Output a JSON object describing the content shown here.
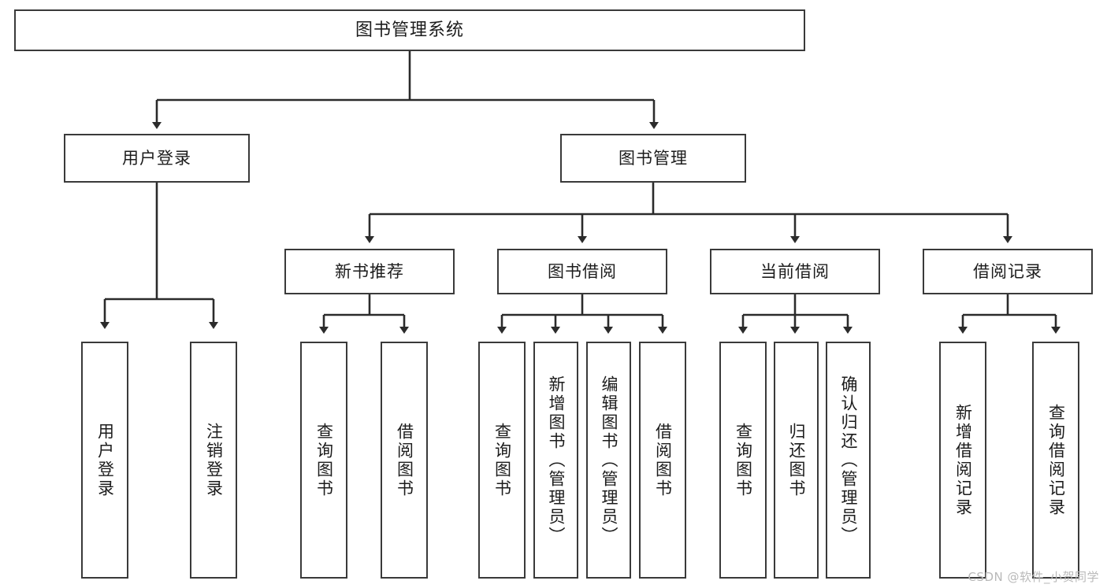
{
  "diagram": {
    "title": "图书管理系统",
    "type": "tree",
    "watermark": "CSDN @软件_小贺同学",
    "colors": {
      "box_border": "#3a3a3a",
      "box_fill": "#ffffff",
      "connector": "#2b2b2b",
      "text": "#1c1c1c",
      "watermark": "#b9b9b9",
      "background": "#ffffff"
    },
    "nodes": {
      "root": {
        "label": "图书管理系统"
      },
      "level2": [
        {
          "id": "user-login",
          "label": "用户登录"
        },
        {
          "id": "book-manage",
          "label": "图书管理"
        }
      ],
      "level3": [
        {
          "id": "new-book-recommend",
          "label": "新书推荐"
        },
        {
          "id": "book-borrow",
          "label": "图书借阅"
        },
        {
          "id": "current-borrow",
          "label": "当前借阅"
        },
        {
          "id": "borrow-record",
          "label": "借阅记录"
        }
      ],
      "leaves": {
        "user-login": [
          {
            "id": "leaf-user-login",
            "label": "用户登录"
          },
          {
            "id": "leaf-logout-login",
            "label": "注销登录"
          }
        ],
        "new-book-recommend": [
          {
            "id": "leaf-query-book-1",
            "label": "查询图书"
          },
          {
            "id": "leaf-borrow-book-1",
            "label": "借阅图书"
          }
        ],
        "book-borrow": [
          {
            "id": "leaf-query-book-2",
            "label": "查询图书"
          },
          {
            "id": "leaf-add-book",
            "label": "新增图书（管理员）"
          },
          {
            "id": "leaf-edit-book",
            "label": "编辑图书（管理员）"
          },
          {
            "id": "leaf-borrow-book-2",
            "label": "借阅图书"
          }
        ],
        "current-borrow": [
          {
            "id": "leaf-query-book-3",
            "label": "查询图书"
          },
          {
            "id": "leaf-return-book",
            "label": "归还图书"
          },
          {
            "id": "leaf-confirm-return",
            "label": "确认归还（管理员）"
          }
        ],
        "borrow-record": [
          {
            "id": "leaf-add-record",
            "label": "新增借阅记录"
          },
          {
            "id": "leaf-query-record",
            "label": "查询借阅记录"
          }
        ]
      }
    }
  }
}
